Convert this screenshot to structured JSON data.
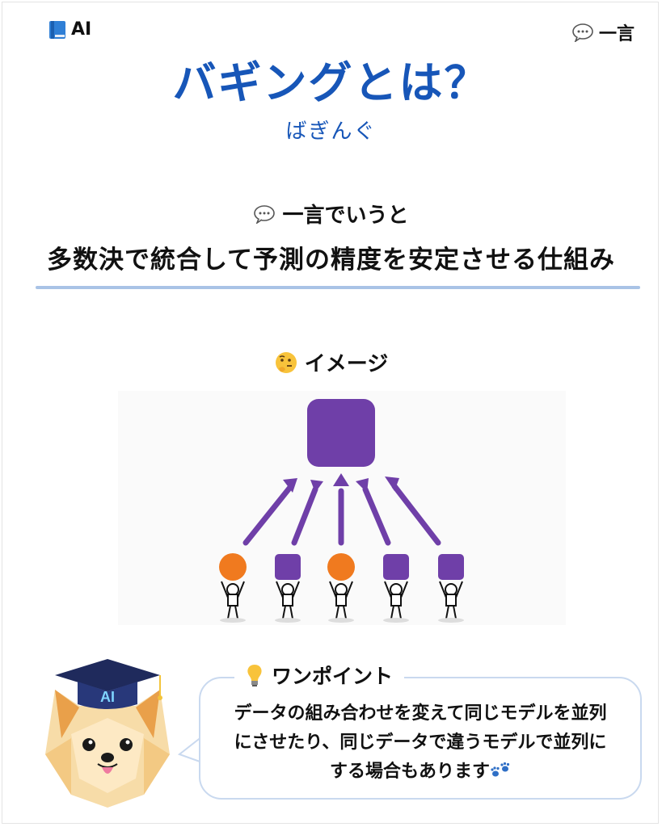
{
  "header": {
    "left_label": "AI",
    "left_icon": "blue-book-icon",
    "right_label": "一言",
    "right_icon": "speech-bubble-icon"
  },
  "term": {
    "title": "バギングとは？",
    "reading": "ばぎんぐ"
  },
  "summary": {
    "heading": "一言でいうと",
    "heading_icon": "speech-bubble-icon",
    "text": "多数決で統合して予測の精度を安定させる仕組み"
  },
  "image_section": {
    "heading": "イメージ",
    "heading_icon": "thinking-face-icon",
    "colors": {
      "purple": "#6f3fa8",
      "orange": "#f07a1f",
      "arrow": "#6f3fa8"
    },
    "models": [
      "orange-circle",
      "purple-square",
      "orange-circle",
      "purple-square",
      "purple-square"
    ]
  },
  "one_point": {
    "heading": "ワンポイント",
    "heading_icon": "light-bulb-icon",
    "lines": [
      "データの組み合わせを変えて同じモデルを並列",
      "にさせたり、同じデータで違うモデルで並列に",
      "する場合もあります"
    ],
    "trailing_icon": "paw-prints-icon"
  },
  "mascot": {
    "hat_label": "AI"
  },
  "colors": {
    "title_blue": "#1756b8",
    "divider": "#a9c3e6",
    "bubble_border": "#c9d9ef"
  }
}
